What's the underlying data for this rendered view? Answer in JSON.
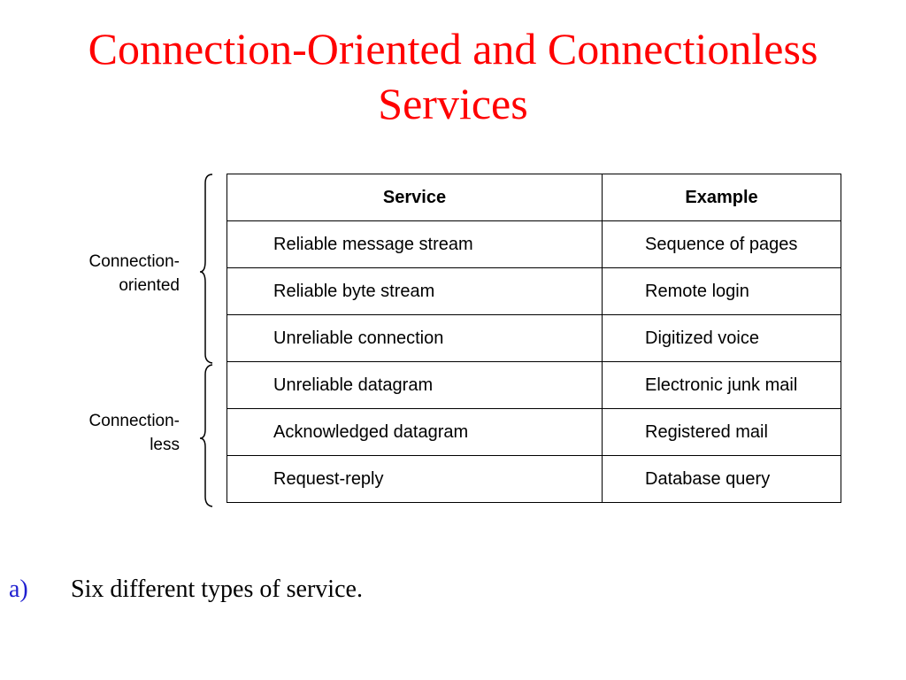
{
  "title": {
    "line1": "Connection-Oriented and Connectionless",
    "line2": "Services"
  },
  "groups": [
    {
      "line1": "Connection-",
      "line2": "oriented"
    },
    {
      "line1": "Connection-",
      "line2": "less"
    }
  ],
  "table": {
    "headers": {
      "service": "Service",
      "example": "Example"
    },
    "rows": [
      {
        "service": "Reliable message stream",
        "example": "Sequence of pages"
      },
      {
        "service": "Reliable byte stream",
        "example": "Remote login"
      },
      {
        "service": "Unreliable connection",
        "example": "Digitized voice"
      },
      {
        "service": "Unreliable datagram",
        "example": "Electronic junk mail"
      },
      {
        "service": "Acknowledged datagram",
        "example": "Registered mail"
      },
      {
        "service": "Request-reply",
        "example": "Database query"
      }
    ]
  },
  "caption": {
    "marker": "a)",
    "text": "Six different types of service."
  },
  "colors": {
    "title": "#ff0000",
    "marker": "#1f1fd0"
  }
}
